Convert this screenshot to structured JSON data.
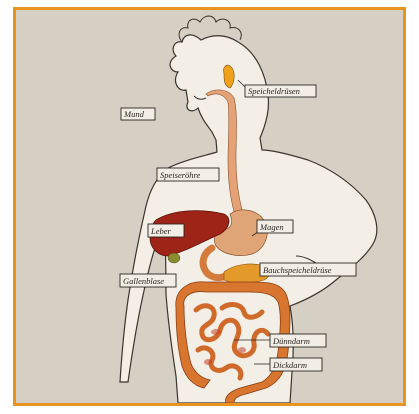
{
  "diagram": {
    "labels": {
      "mund": "Mund",
      "speicheldruesen": "Speicheldrüsen",
      "speiseroehre": "Speiseröhre",
      "leber": "Leber",
      "magen": "Magen",
      "gallenblase": "Gallenblase",
      "bauchspeicheldruese": "Bauchspeicheldrüse",
      "duenndarm": "Dünndarm",
      "dickdarm": "Dickdarm"
    },
    "colors": {
      "frame_border": "#e8941e",
      "background": "#d6cfc3",
      "body_fill": "#f3efe7",
      "liver": "#9d2416",
      "stomach": "#e0a577",
      "pancreas": "#e39a2a",
      "intestine": "#d8762f",
      "gland": "#f0a11c"
    }
  }
}
